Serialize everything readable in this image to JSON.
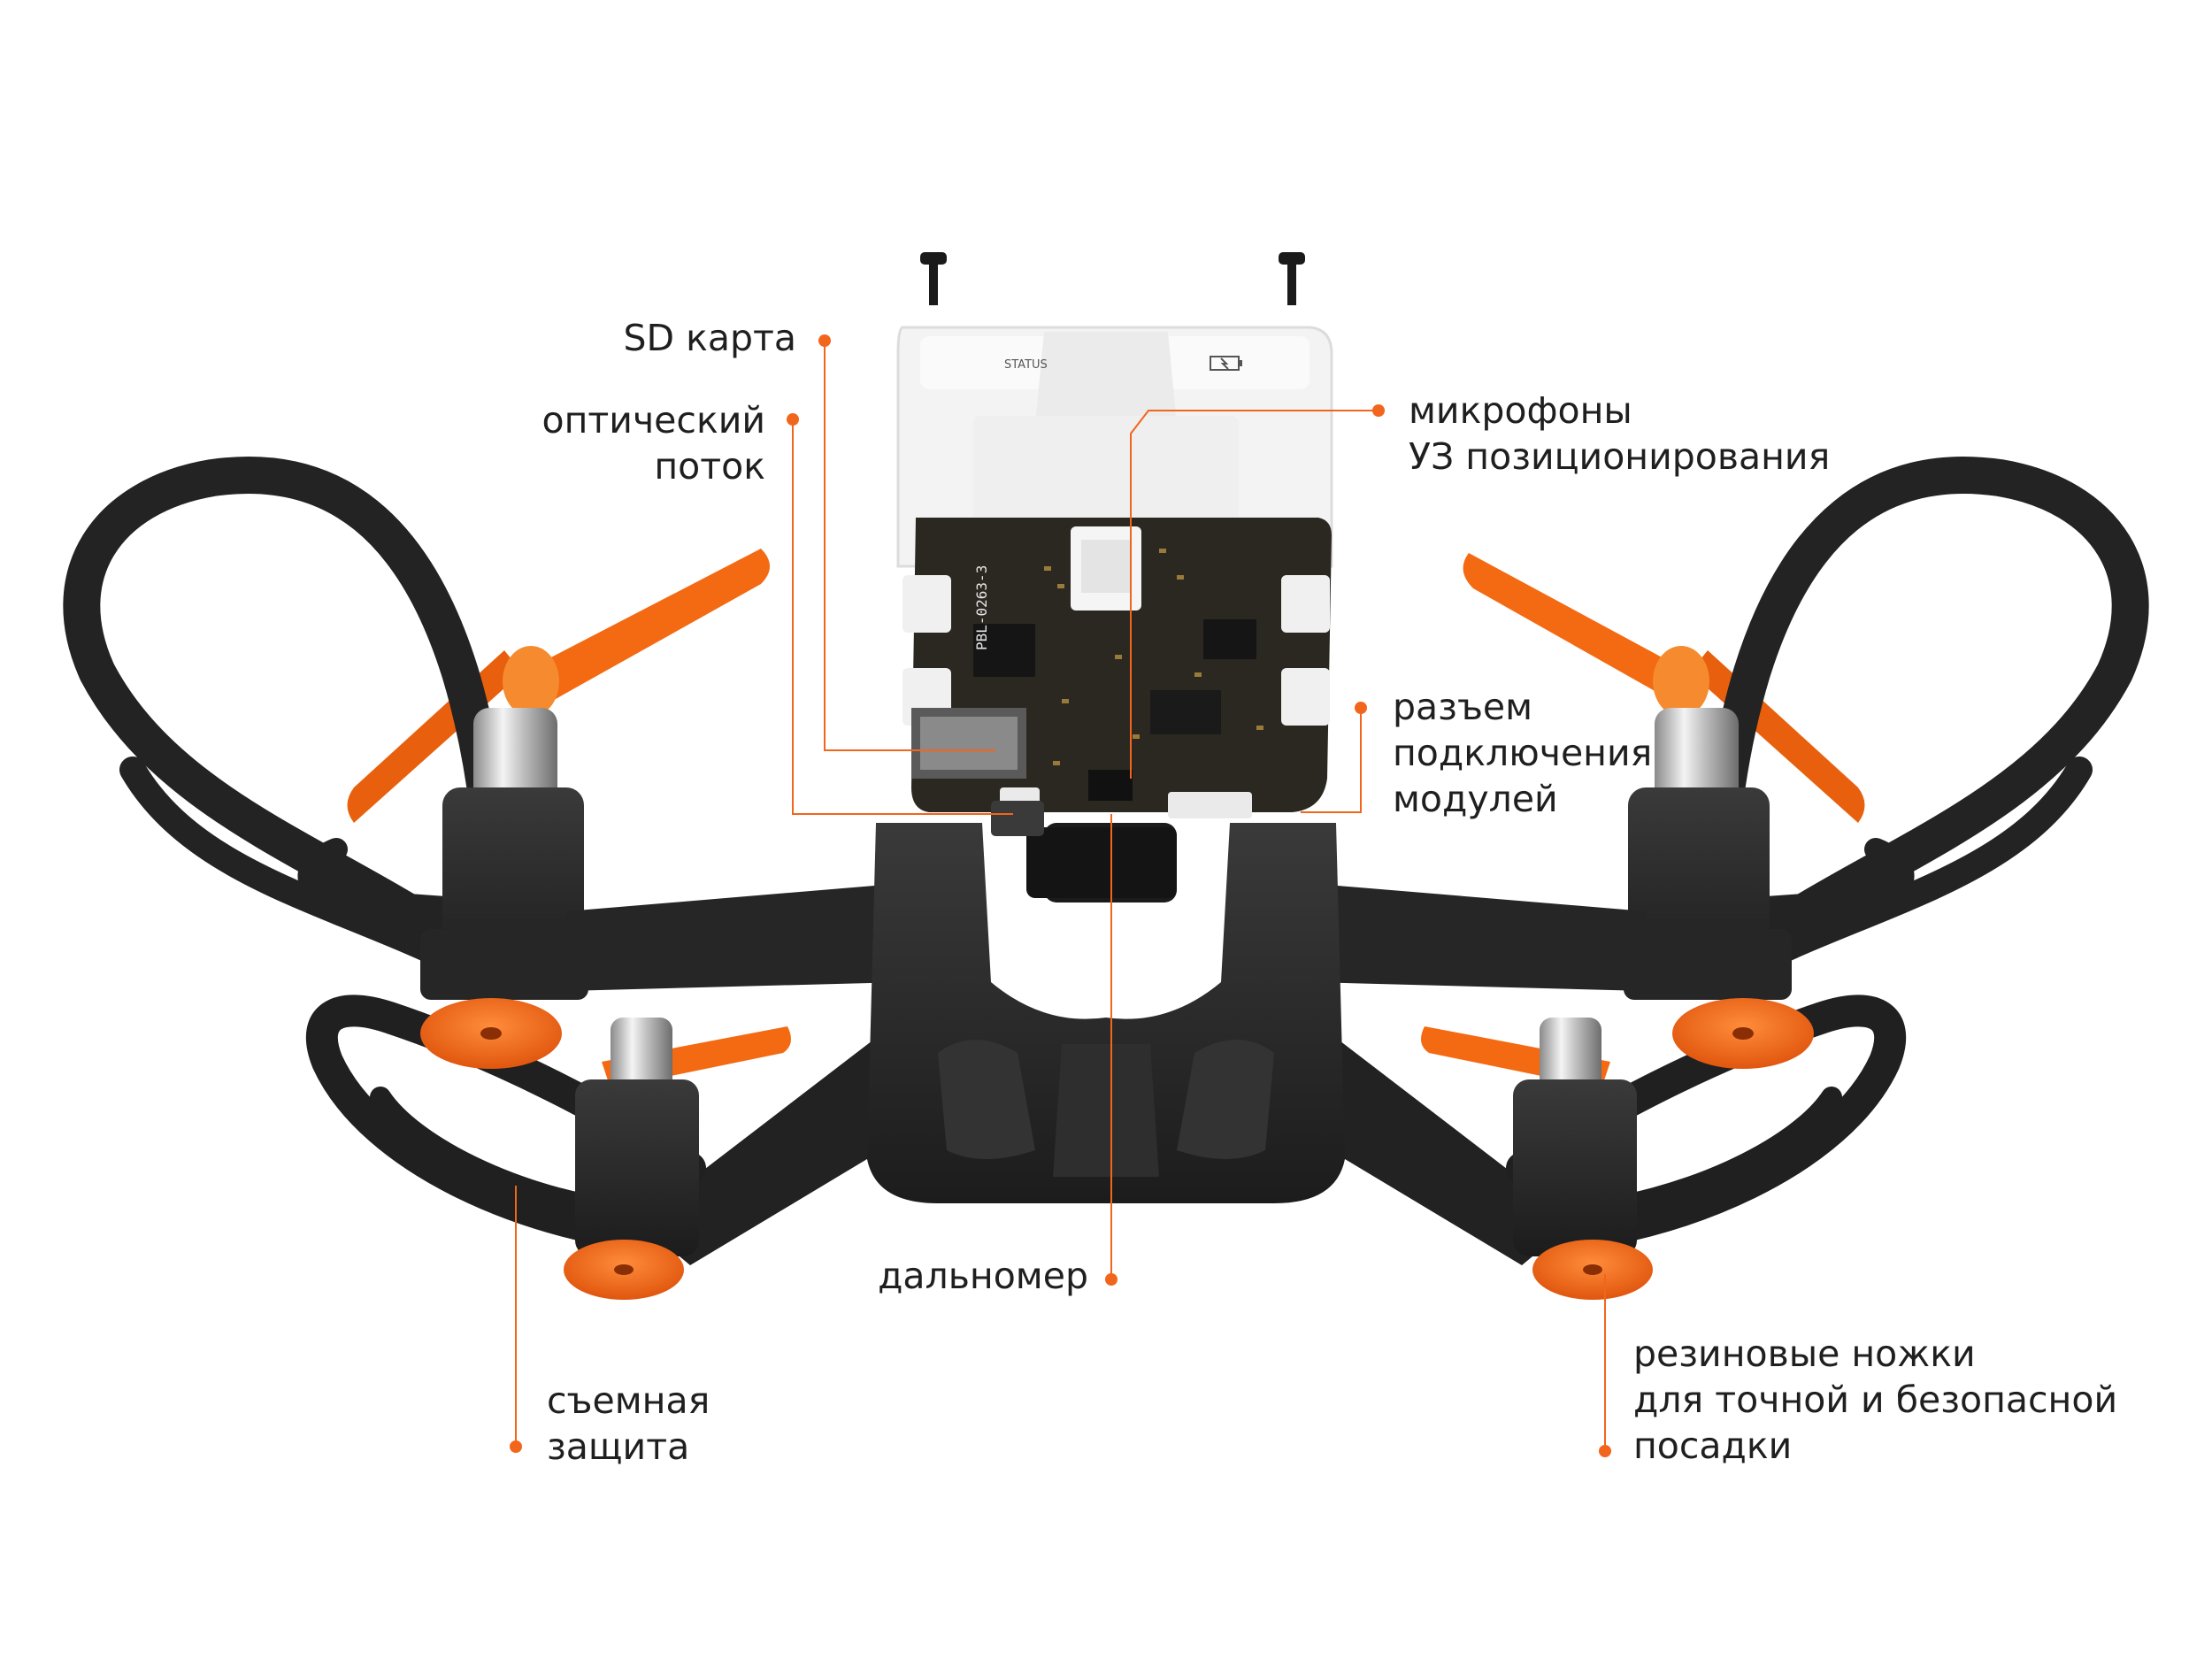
{
  "colors": {
    "accent": "#f2651c",
    "frame": "#2b2b2b",
    "frame_dark": "#1a1a1a",
    "propeller": "#f36a12",
    "board": "#2d2a24",
    "case": "#f2f2f2"
  },
  "board": {
    "status_text": "STATUS",
    "battery_icon": "battery-charging-icon",
    "part_number": "PBL-0263-3"
  },
  "callouts": {
    "sd_card": {
      "lines": [
        "SD карта"
      ]
    },
    "optical_flow": {
      "lines": [
        "оптический",
        "поток"
      ]
    },
    "microphones": {
      "lines": [
        "микрофоны",
        "УЗ позиционирования"
      ]
    },
    "module_connector": {
      "lines": [
        "разъем",
        "подключения",
        "модулей"
      ]
    },
    "rangefinder": {
      "lines": [
        "дальномер"
      ]
    },
    "removable_guard": {
      "lines": [
        "съемная",
        "защита"
      ]
    },
    "rubber_feet": {
      "lines": [
        "резиновые ножки",
        "для точной и безопасной",
        "посадки"
      ]
    }
  }
}
